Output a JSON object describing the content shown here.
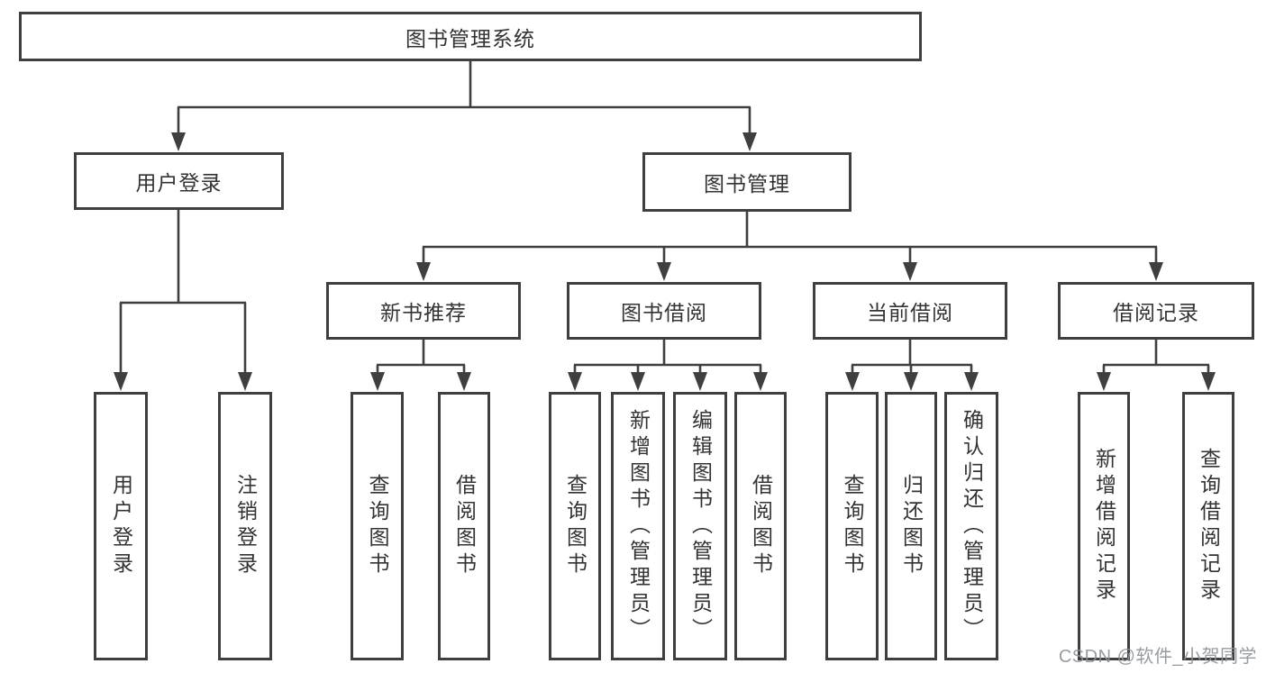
{
  "nodes": {
    "root": "图书管理系统",
    "user_login": "用户登录",
    "book_mgmt": "图书管理",
    "new_book_rec": "新书推荐",
    "book_borrow": "图书借阅",
    "current_borrow": "当前借阅",
    "borrow_record": "借阅记录",
    "leaf_user_login": "用户登录",
    "leaf_logout": "注销登录",
    "rec_query_book": "查询图书",
    "rec_borrow_book": "借阅图书",
    "bb_query_book": "查询图书",
    "bb_add_book": "新增图书（管理员）",
    "bb_edit_book": "编辑图书（管理员）",
    "bb_borrow_book": "借阅图书",
    "cb_query_book": "查询图书",
    "cb_return_book": "归还图书",
    "cb_confirm_return": "确认归还（管理员）",
    "br_add_record": "新增借阅记录",
    "br_query_record": "查询借阅记录"
  },
  "watermark": "CSDN @软件_小贺同学",
  "colors": {
    "line": "#3f3f3f",
    "box_border": "#3f3f3f",
    "box_background": "#ffffff",
    "text": "#333333",
    "watermark": "#8c9197"
  }
}
